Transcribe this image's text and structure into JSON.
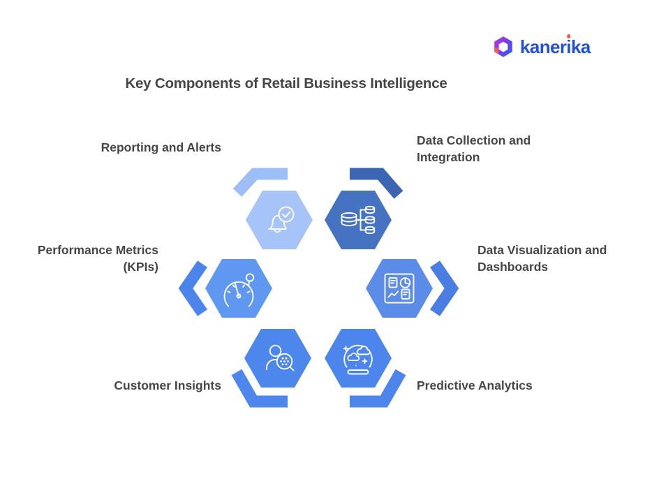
{
  "brand": {
    "name_pre_i": "kaner",
    "name_i": "i",
    "name_post_i": "ka",
    "text_color": "#2151DE",
    "i_dot_color": "#F45B3C"
  },
  "title": {
    "text": "Key Components of Retail Business Intelligence",
    "color": "#464646"
  },
  "components": [
    {
      "id": "reporting-and-alerts",
      "label": "Reporting and Alerts",
      "position": "top-left",
      "hex_color": "#A6C4F8",
      "arrow_color": "#9DBEF6",
      "icon": "bell-check-icon"
    },
    {
      "id": "data-collection-and-integration",
      "label_line1": "Data Collection and",
      "label_line2": "Integration",
      "position": "top-right",
      "hex_color": "#4573C2",
      "arrow_color": "#3C66B2",
      "icon": "database-distribution-icon"
    },
    {
      "id": "data-visualization-and-dashboards",
      "label_line1": "Data Visualization and",
      "label_line2": "Dashboards",
      "position": "right",
      "hex_color": "#5A8CE8",
      "arrow_color": "#4A7EE2",
      "icon": "dashboard-icon"
    },
    {
      "id": "predictive-analytics",
      "label": "Predictive Analytics",
      "position": "bottom-right",
      "hex_color": "#4C86EC",
      "arrow_color": "#4C86EC",
      "icon": "crystal-ball-icon"
    },
    {
      "id": "customer-insights",
      "label": "Customer Insights",
      "position": "bottom-left",
      "hex_color": "#4D87EC",
      "arrow_color": "#4D87EC",
      "icon": "person-search-icon"
    },
    {
      "id": "performance-metrics-kpis",
      "label_line1": "Performance Metrics",
      "label_line2": "(KPIs)",
      "position": "left",
      "hex_color": "#6097F0",
      "arrow_color": "#4B84EA",
      "icon": "gauge-icon"
    }
  ]
}
